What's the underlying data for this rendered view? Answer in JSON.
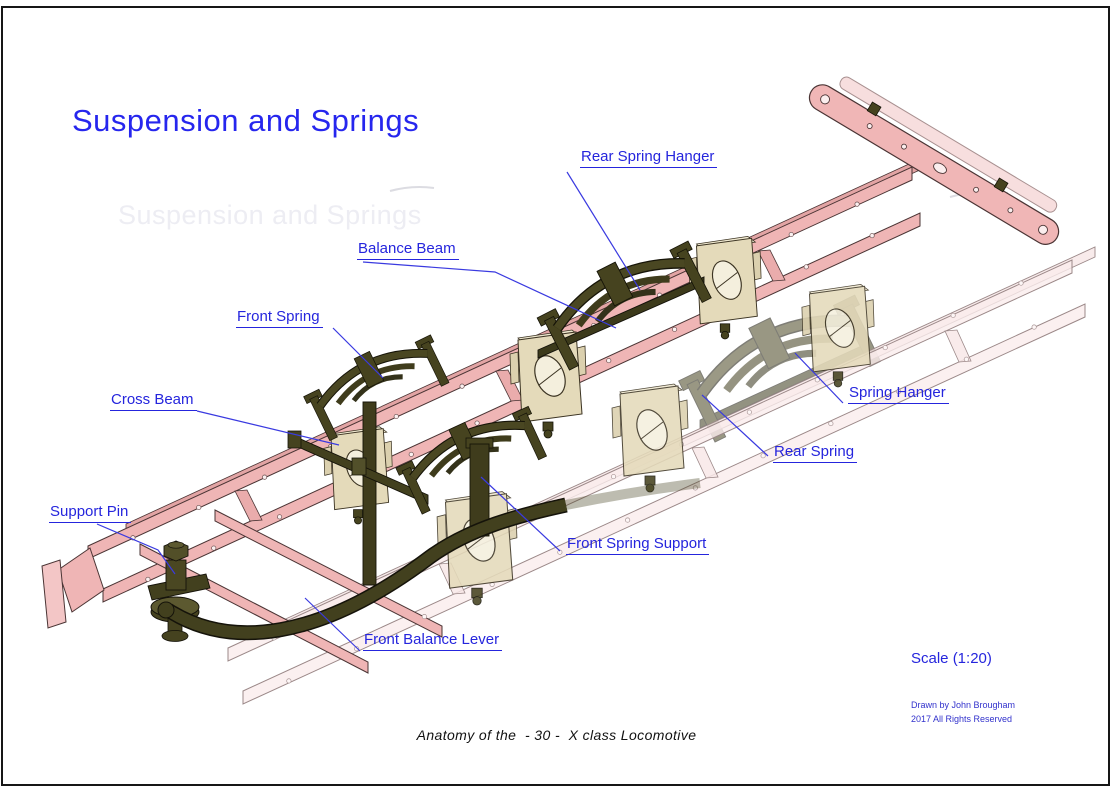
{
  "page": {
    "title": "Suspension and Springs",
    "watermark": "Suspension and Springs"
  },
  "part_labels": {
    "rear_spring_hanger": "Rear Spring Hanger",
    "balance_beam": "Balance Beam",
    "front_spring": "Front Spring",
    "cross_beam": "Cross Beam",
    "support_pin": "Support Pin",
    "spring_hanger": "Spring Hanger",
    "rear_spring": "Rear Spring",
    "front_spring_support": "Front Spring Support",
    "front_balance_lever": "Front Balance Lever"
  },
  "annotations": {
    "scale_note": "Scale (1:20)",
    "credit_line1": "Drawn by John Brougham",
    "credit_line2": "2017 All Rights Reserved"
  },
  "footer": {
    "caption": "Anatomy of the  - 30 -  X class Locomotive"
  },
  "colors": {
    "label_blue": "#2525dd",
    "title_blue": "#2626ee",
    "frame_pink": "#efb5b5",
    "frame_pale": "#f9ecec",
    "spring_olive": "#3f3c1c",
    "block_beige": "#e4daba"
  }
}
